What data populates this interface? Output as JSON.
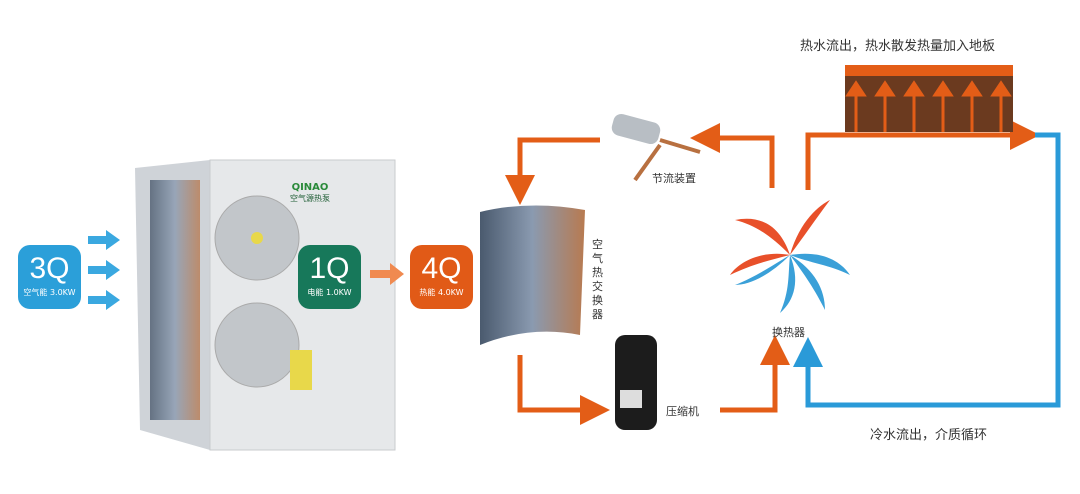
{
  "boxes": {
    "air": {
      "big": "3Q",
      "small": "空气能 3.0KW",
      "color": "#2b9fd9"
    },
    "electric": {
      "big": "1Q",
      "small": "电能 1.0KW",
      "color": "#17785a"
    },
    "heat": {
      "big": "4Q",
      "small": "热能 4.0KW",
      "color": "#e15a17"
    }
  },
  "unit": {
    "logo_text": "QINAO",
    "logo_sub": "空气源热泵"
  },
  "labels": {
    "coil": "空气热交换器",
    "valve": "节流装置",
    "compressor": "压缩机",
    "exchanger": "换热器",
    "hot_water": "热水流出，热水散发热量加入地板",
    "cold_water": "冷水流出，介质循环"
  },
  "colors": {
    "orange": "#e35d17",
    "blue": "#2a9ad8",
    "brown": "#6b3a1f"
  }
}
